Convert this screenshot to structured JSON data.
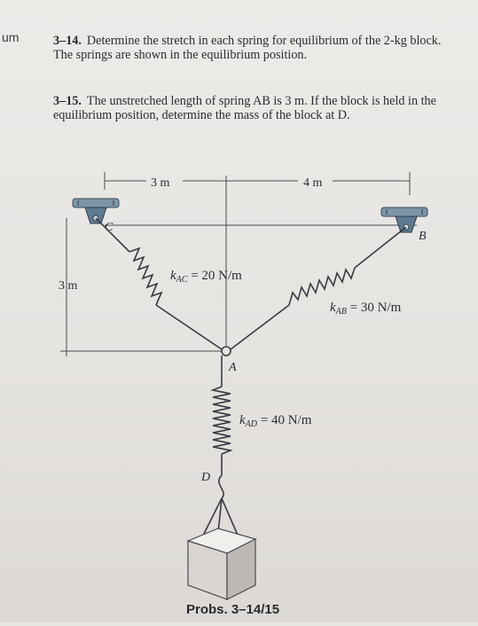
{
  "margin_text": "um",
  "problems": [
    {
      "number": "3–14.",
      "text": "Determine the stretch in each spring for equilibrium of the 2-kg block. The springs are shown in the equilibrium position."
    },
    {
      "number": "3–15.",
      "text": "The unstretched length of spring AB is 3 m. If the block is held in the equilibrium position, determine the mass of the block at D."
    }
  ],
  "figure": {
    "dim_horizontal_left": "3 m",
    "dim_horizontal_right": "4 m",
    "dim_vertical": "3 m",
    "label_C": "C",
    "label_B": "B",
    "label_A": "A",
    "label_D": "D",
    "spring_AC_label": "k",
    "spring_AC_sub": "AC",
    "spring_AC_value": " = 20 N/m",
    "spring_AB_label": "k",
    "spring_AB_sub": "AB",
    "spring_AB_value": " = 30 N/m",
    "spring_AD_label": "k",
    "spring_AD_sub": "AD",
    "spring_AD_value": " = 40 N/m"
  },
  "caption": "Probs. 3–14/15"
}
